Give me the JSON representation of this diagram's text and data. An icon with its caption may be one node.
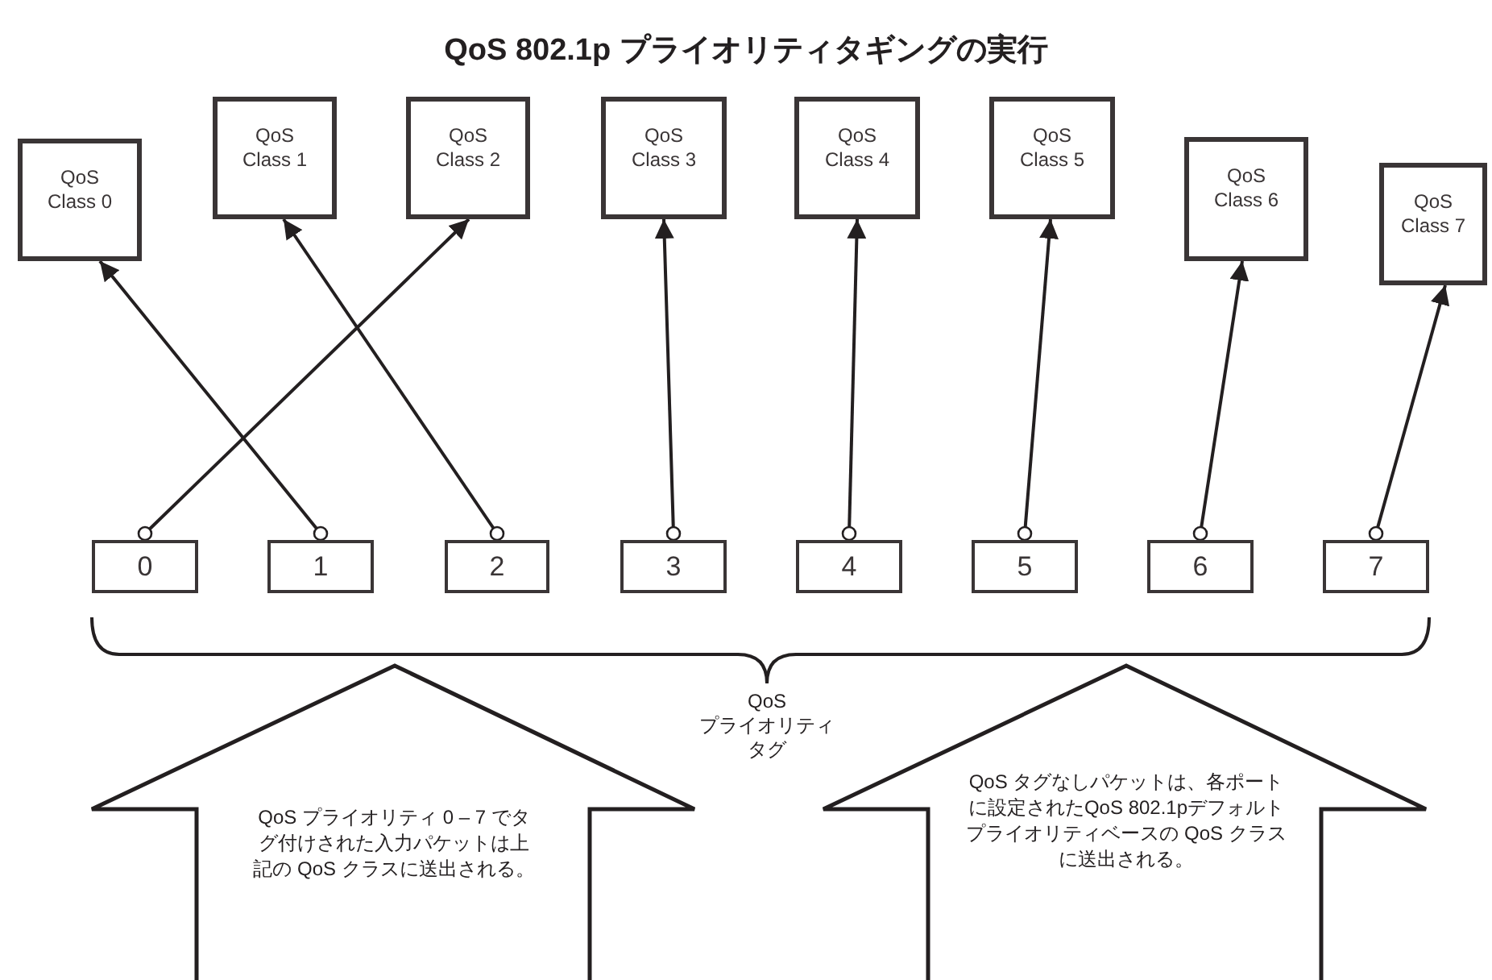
{
  "diagram": {
    "title": "QoS 802.1p プライオリティタギングの実行",
    "nodes": [
      {
        "text": [
          "QoS Class 0"
        ]
      },
      {
        "text": [
          "QoS Class 1"
        ]
      },
      {
        "text": [
          "QoS Class 2"
        ]
      },
      {
        "text": [
          "QoS Class 3"
        ]
      },
      {
        "text": [
          "QoS Class 4"
        ]
      },
      {
        "text": [
          "QoS Class 5"
        ]
      },
      {
        "text": [
          "QoS Class 6"
        ]
      },
      {
        "text": [
          "QoS Class 7"
        ]
      },
      {
        "text": [
          "0"
        ]
      },
      {
        "text": [
          "1"
        ]
      },
      {
        "text": [
          "2"
        ]
      },
      {
        "text": [
          "3"
        ]
      },
      {
        "text": [
          "4"
        ]
      },
      {
        "text": [
          "5"
        ]
      },
      {
        "text": [
          "6"
        ]
      },
      {
        "text": [
          "7"
        ]
      },
      {
        "text": [
          "QoS プライオリティ 0 – 7 でタグ付けされた入力パケットは上記の QoS クラスに送出される。"
        ]
      },
      {
        "text": [
          "QoS タグなしパケットは、各ポートに設定されたQoS 802.1pデフォルトプライオリティベースの QoS クラスに送出される。"
        ]
      }
    ],
    "edges": [
      {
        "from": 8,
        "to": 2,
        "arrow": "to"
      },
      {
        "from": 9,
        "to": 0,
        "arrow": "to"
      },
      {
        "from": 10,
        "to": 1,
        "arrow": "to"
      },
      {
        "from": 11,
        "to": 3,
        "arrow": "to"
      },
      {
        "from": 12,
        "to": 4,
        "arrow": "to"
      },
      {
        "from": 13,
        "to": 5,
        "arrow": "to"
      },
      {
        "from": 14,
        "to": 6,
        "arrow": "to"
      },
      {
        "from": 15,
        "to": 7,
        "arrow": "to"
      }
    ],
    "labels": [
      "QoS プライオリティタグ"
    ]
  }
}
